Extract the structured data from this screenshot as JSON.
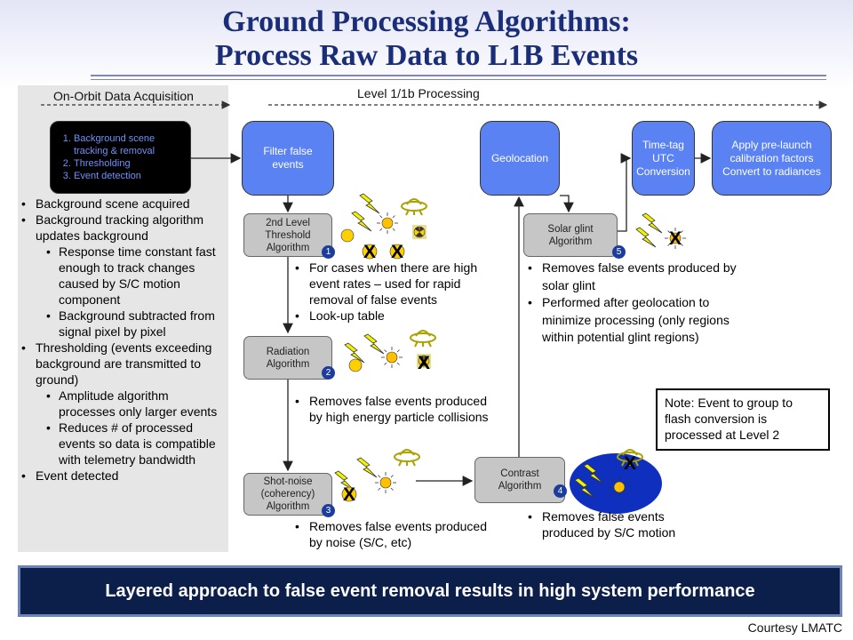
{
  "title": {
    "line1": "Ground Processing Algorithms:",
    "line2": "Process Raw Data to L1B Events"
  },
  "sections": {
    "on_orbit": "On-Orbit Data Acquisition",
    "level1": "Level 1/1b Processing"
  },
  "on_orbit_box": {
    "steps": [
      "Background scene tracking & removal",
      "Thresholding",
      "Event detection"
    ]
  },
  "left_notes": {
    "item1": "Background scene acquired",
    "item2": "Background tracking algorithm updates background",
    "item2_sub1": "Response time constant fast enough to track changes caused by S/C motion component",
    "item2_sub2": "Background subtracted from signal pixel by pixel",
    "item3": "Thresholding (events exceeding background are transmitted to ground)",
    "item3_sub1": "Amplitude algorithm processes only larger events",
    "item3_sub2": "Reduces # of processed events so data is compatible with telemetry bandwidth",
    "item4": "Event detected"
  },
  "boxes": {
    "filter": "Filter false events",
    "threshold2": "2nd Level Threshold Algorithm",
    "radiation": "Radiation Algorithm",
    "shot_noise": "Shot-noise (coherency) Algorithm",
    "contrast": "Contrast Algorithm",
    "geolocation": "Geolocation",
    "solar_glint": "Solar glint Algorithm",
    "timetag": "Time-tag UTC Conversion",
    "calibration": "Apply pre-launch calibration factors Convert to radiances"
  },
  "badges": {
    "threshold2": "1",
    "radiation": "2",
    "shot_noise": "3",
    "contrast": "4",
    "solar_glint": "5"
  },
  "notes": {
    "threshold": [
      "For cases when there are high event rates – used for rapid removal of false events",
      "Look-up table"
    ],
    "radiation": [
      "Removes false events produced by high energy particle collisions"
    ],
    "shot_noise": [
      "Removes false events produced by noise (S/C, etc)"
    ],
    "solar_glint": [
      "Removes false events produced by solar glint",
      "Performed after geolocation to minimize processing (only regions within potential glint regions)"
    ],
    "contrast": [
      "Removes false events produced by S/C motion"
    ]
  },
  "note_box": "Note: Event to group to flash conversion is processed at Level 2",
  "banner": "Layered approach to false event removal results in high system performance",
  "credit": "Courtesy LMATC",
  "icon_marks": {
    "x": "X"
  },
  "colors": {
    "title": "#1a2d78",
    "process_box": "#5b82f2",
    "algorithm_box": "#c6c6c6",
    "badge": "#1d3d9c",
    "banner": "#0b1f4a",
    "lightning": "#f2f200",
    "sun": "#ffc000"
  }
}
